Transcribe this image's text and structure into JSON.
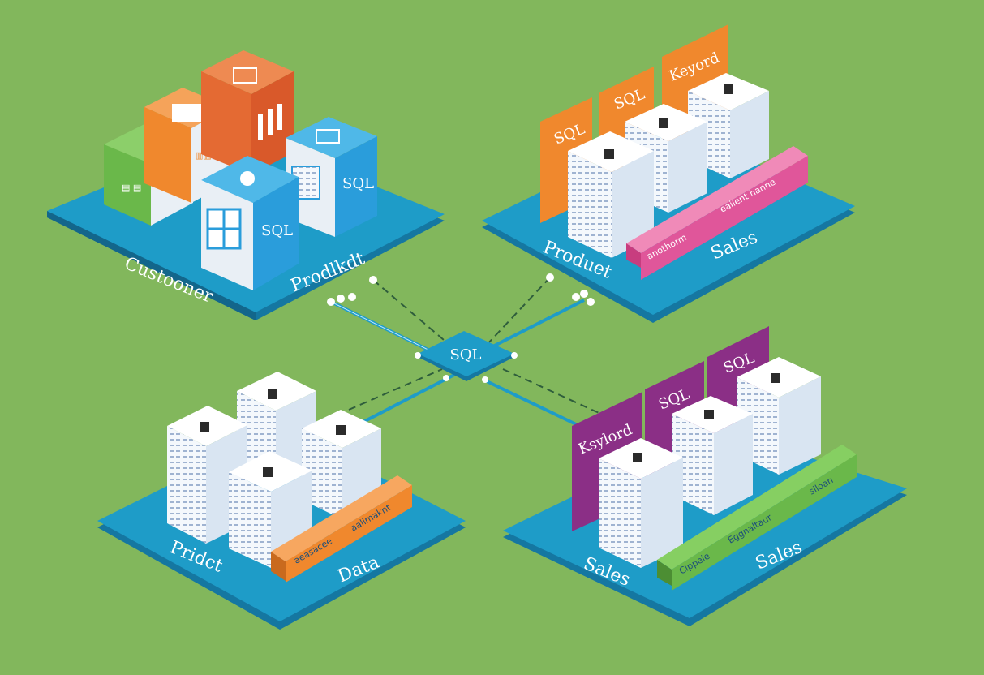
{
  "colors": {
    "background": "#82b75c",
    "platform_top": "#1e9cc8",
    "platform_side": "#1577a1",
    "orange": "#f0882d",
    "red_orange": "#e46a33",
    "blue": "#2a9ddb",
    "green": "#6ab84a",
    "magenta": "#e0569a",
    "purple": "#8b2f86",
    "white": "#f4f8fc"
  },
  "hub": {
    "label": "SQL",
    "icon": "database-hub-icon"
  },
  "platforms": {
    "top_left": {
      "labels": [
        "Custooner",
        "Prodlkdt"
      ],
      "boxes": [
        {
          "label": "",
          "color": "green",
          "icon": "window-icon"
        },
        {
          "label": "",
          "color": "orange",
          "icon": "grid-icon"
        },
        {
          "label": "",
          "color": "red_orange",
          "icon": "bar-chart-icon"
        },
        {
          "label": "SQL",
          "color": "blue",
          "icon": "monitor-icon"
        },
        {
          "label": "SQL",
          "color": "blue",
          "icon": "flower-icon"
        }
      ]
    },
    "top_right": {
      "labels": [
        "Produet",
        "Sales"
      ],
      "panels": [
        "SQL",
        "SQL",
        "Keyord"
      ],
      "bar_text": [
        "eaiient hanne",
        "anothorm"
      ]
    },
    "bottom_left": {
      "labels": [
        "Pridct",
        "Data"
      ],
      "bar_text": [
        "aeasacee",
        "aalimaknt"
      ]
    },
    "bottom_right": {
      "labels": [
        "Sales",
        "Sales"
      ],
      "panels": [
        "Ksylord",
        "SQL",
        "SQL"
      ],
      "bar_text": [
        "Clppeie",
        "Eggnaltaur",
        "siloan"
      ]
    }
  }
}
